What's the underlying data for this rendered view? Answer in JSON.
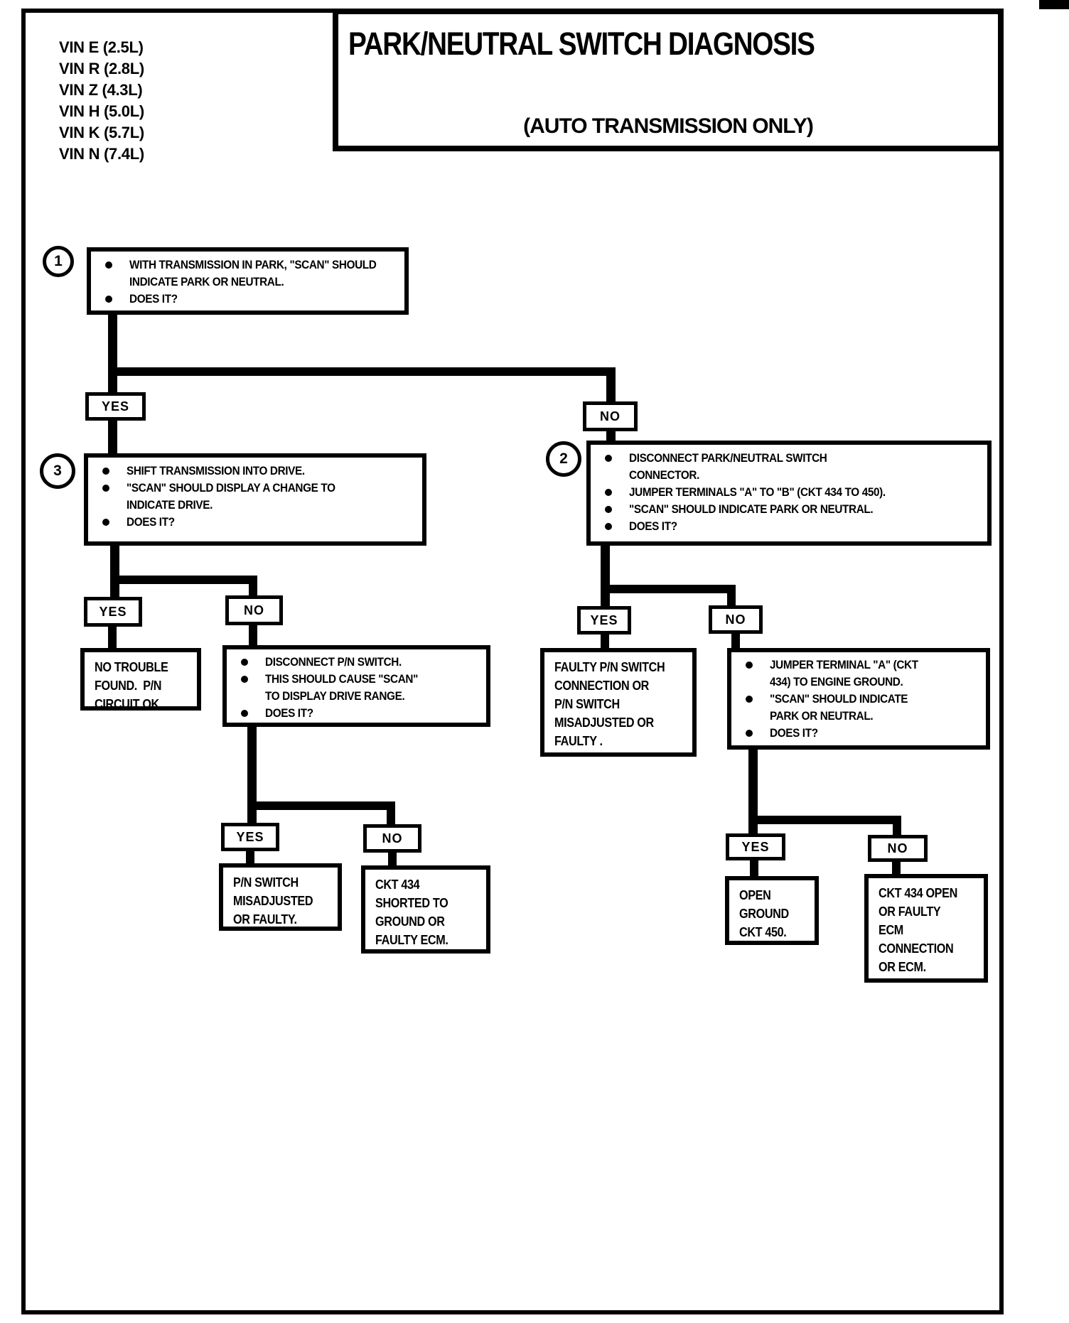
{
  "header": {
    "vin_list": [
      "VIN E (2.5L)",
      "VIN R (2.8L)",
      "VIN Z (4.3L)",
      "VIN H (5.0L)",
      "VIN K (5.7L)",
      "VIN N (7.4L)"
    ],
    "title": "PARK/NEUTRAL SWITCH DIAGNOSIS",
    "subtitle": "(AUTO TRANSMISSION ONLY)"
  },
  "labels": {
    "yes": "YES",
    "no": "NO"
  },
  "flowchart": {
    "step1": {
      "number": "1",
      "bullets": [
        "WITH TRANSMISSION IN PARK, \"SCAN\" SHOULD\nINDICATE PARK OR NEUTRAL.",
        "DOES IT?"
      ]
    },
    "step3": {
      "number": "3",
      "bullets": [
        "SHIFT TRANSMISSION INTO DRIVE.",
        "\"SCAN\" SHOULD DISPLAY A CHANGE TO\nINDICATE DRIVE.",
        "DOES IT?"
      ]
    },
    "step2": {
      "number": "2",
      "bullets": [
        "DISCONNECT PARK/NEUTRAL SWITCH\nCONNECTOR.",
        "JUMPER TERMINALS \"A\" TO \"B\" (CKT 434 TO 450).",
        "\"SCAN\" SHOULD INDICATE PARK OR NEUTRAL.",
        "DOES IT?"
      ]
    },
    "disconnect_pn_switch": {
      "bullets": [
        "DISCONNECT P/N SWITCH.",
        "THIS SHOULD CAUSE \"SCAN\"\nTO DISPLAY DRIVE RANGE.",
        "DOES IT?"
      ]
    },
    "jumper_terminal_a": {
      "bullets": [
        "JUMPER TERMINAL \"A\" (CKT\n434) TO ENGINE GROUND.",
        "\"SCAN\" SHOULD INDICATE\nPARK OR NEUTRAL.",
        "DOES IT?"
      ]
    },
    "results": {
      "no_trouble": "NO TROUBLE\nFOUND.  P/N\nCIRCUIT OK.",
      "pn_switch_misadjusted": "P/N SWITCH\nMISADJUSTED\nOR FAULTY.",
      "ckt434_shorted": "CKT 434\nSHORTED TO\nGROUND OR\nFAULTY ECM.",
      "faulty_pn_connection": "FAULTY P/N SWITCH\nCONNECTION OR\nP/N SWITCH\nMISADJUSTED OR\nFAULTY .",
      "open_ground": "OPEN\nGROUND\nCKT 450.",
      "ckt434_open": "CKT 434 OPEN\nOR FAULTY\nECM\nCONNECTION\nOR ECM."
    }
  }
}
